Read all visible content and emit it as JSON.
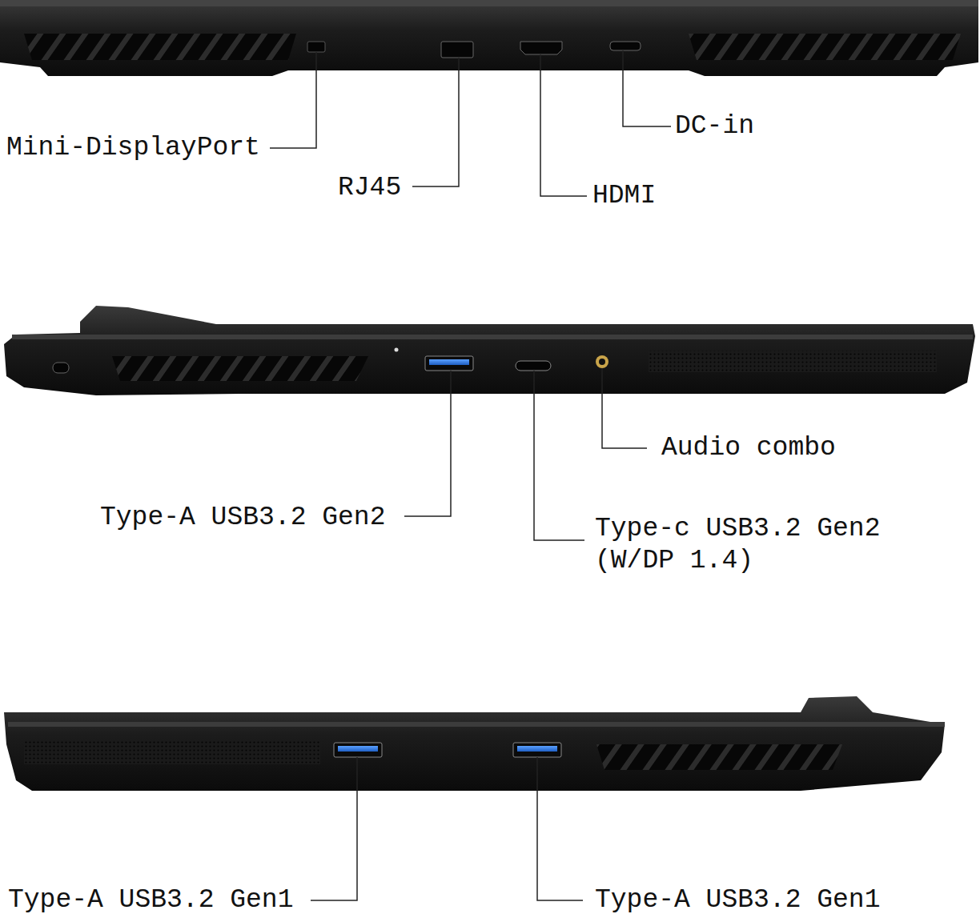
{
  "diagram": {
    "labels": [
      "Mini-DisplayPort",
      "RJ45",
      "HDMI",
      "DC-in",
      "Type-A USB3.2 Gen2",
      "Type-c USB3.2 Gen2 (W/DP 1.4)",
      "Audio combo",
      "Type-A USB3.2 Gen1",
      "Type-A USB3.2 Gen1"
    ]
  }
}
